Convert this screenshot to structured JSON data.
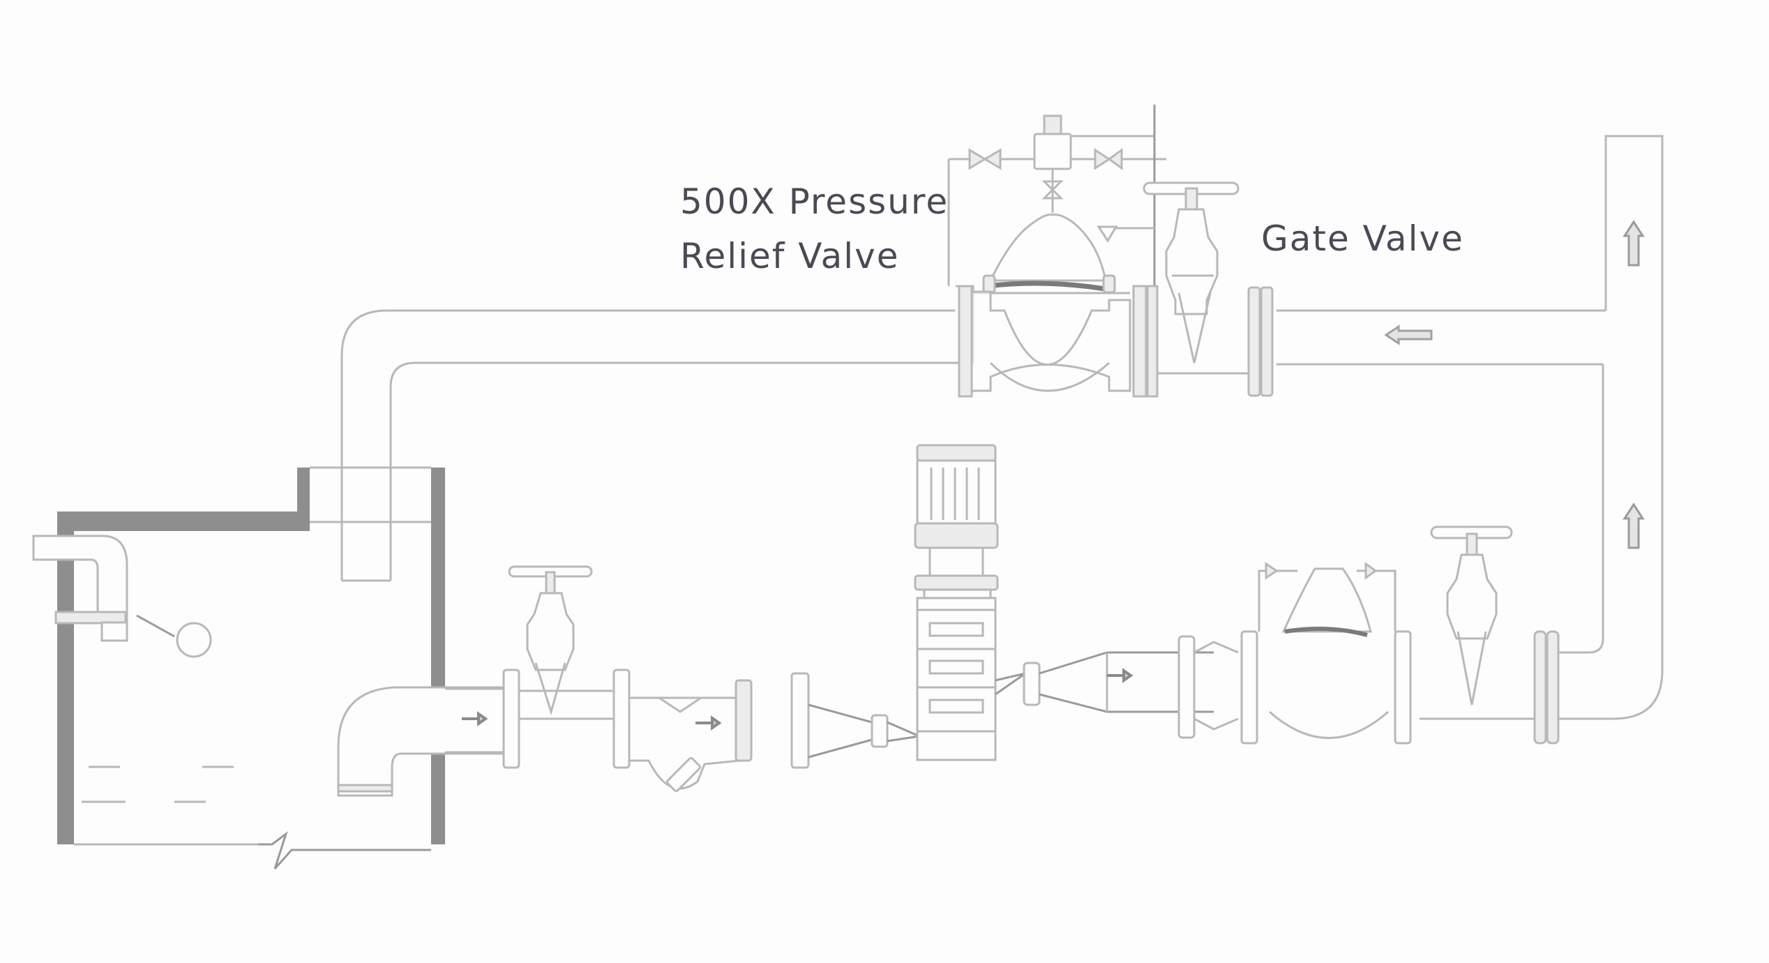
{
  "diagram": {
    "title": "Pump station piping with 500X pressure relief valve",
    "labels": {
      "pressure_relief_valve_line1": "500X Pressure",
      "pressure_relief_valve_line2": "Relief Valve",
      "gate_valve": "Gate Valve"
    },
    "components": [
      {
        "id": "water-tank",
        "name": "Water tank"
      },
      {
        "id": "float-valve",
        "name": "Float valve"
      },
      {
        "id": "suction-pipe",
        "name": "Suction pipe"
      },
      {
        "id": "suction-gate-valve",
        "name": "Gate valve (suction)"
      },
      {
        "id": "y-strainer",
        "name": "Y-strainer"
      },
      {
        "id": "reducer-inlet",
        "name": "Eccentric reducer"
      },
      {
        "id": "vertical-pump",
        "name": "Vertical multistage pump"
      },
      {
        "id": "reducer-outlet",
        "name": "Concentric reducer"
      },
      {
        "id": "check-joint",
        "name": "Flexible joint"
      },
      {
        "id": "control-valve",
        "name": "Control valve (discharge)"
      },
      {
        "id": "discharge-gate-valve",
        "name": "Gate valve (discharge)"
      },
      {
        "id": "riser",
        "name": "Riser pipe"
      },
      {
        "id": "relief-return-gate-valve",
        "name": "Gate Valve"
      },
      {
        "id": "pressure-relief-valve",
        "name": "500X Pressure Relief Valve"
      },
      {
        "id": "return-pipe",
        "name": "Return pipe to tank"
      }
    ],
    "flow_arrows": [
      {
        "location": "suction pipe",
        "direction": "right"
      },
      {
        "location": "strainer",
        "direction": "right"
      },
      {
        "location": "reducer outlet",
        "direction": "right"
      },
      {
        "location": "riser lower",
        "direction": "up"
      },
      {
        "location": "riser upper",
        "direction": "up"
      },
      {
        "location": "return line",
        "direction": "left"
      }
    ]
  }
}
